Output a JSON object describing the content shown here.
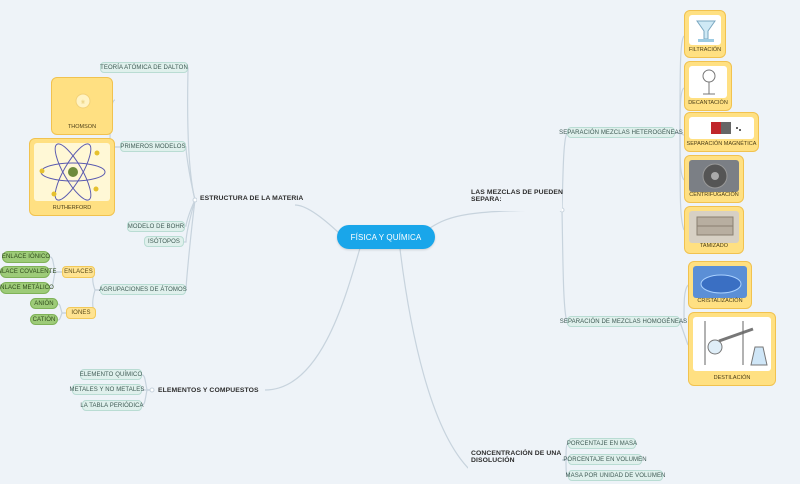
{
  "center": {
    "label": "FÍSICA Y QUÍMICA"
  },
  "estructura": {
    "label": "ESTRUCTURA DE LA MATERIA",
    "dalton": "TEORÍA ATÓMICA DE DALTON",
    "primeros": "PRIMEROS MODELOS",
    "thomson": "THOMSON",
    "rutherford": "RUTHERFORD",
    "bohr": "MODELO DE BOHR",
    "isotopos": "ISÓTOPOS",
    "agrupaciones": "AGRUPACIONES DE ÁTOMOS",
    "enlaces": "ENLACES",
    "enlace_ionico": "ENLACE IÓNICO",
    "enlace_covalente": "ENLACE COVALENTE",
    "enlace_metalico": "ENLACE METÁLICO",
    "iones": "IONES",
    "anion": "ANIÓN",
    "cation": "CATIÓN"
  },
  "elementos": {
    "label": "ELEMENTOS Y COMPUESTOS",
    "quimico": "ELEMENTO QUÍMICO",
    "metales": "METALES Y NO METALES",
    "tabla": "LA TABLA PERIÓDICA"
  },
  "mezclas": {
    "label_line1": "LAS MEZCLAS DE PUEDEN",
    "label_line2": "SEPARA:",
    "heterogeneas": "SEPARACIÓN MEZCLAS HETEROGÉNEAS",
    "homogeneas": "SEPARACIÓN DE MEZCLAS HOMOGÉNEAS",
    "filtracion": "FILTRACIÓN",
    "decantacion": "DECANTACIÓN",
    "magnetica": "SEPARACIÓN MAGNÉTICA",
    "centrifugacion": "CENTRIFUGACIÓN",
    "tamizado": "TAMIZADO",
    "cristalizacion": "CRISTALIZACIÓN",
    "destilacion": "DESTILACIÓN"
  },
  "concentracion": {
    "label_line1": "CONCENTRACIÓN DE UNA",
    "label_line2": "DISOLUCIÓN",
    "masa": "PORCENTAJE EN MASA",
    "volumen": "PORCENTAJE EN VOLUMEN",
    "masa_vol": "MASA POR UNIDAD DE VOLUMEN"
  },
  "colors": {
    "background": "#eef3f8",
    "center": "#19a6ea",
    "teal_node": "#dff0ec",
    "yellow": "#ffe082",
    "green": "#9dcb78",
    "connector": "#c7d3dd"
  }
}
